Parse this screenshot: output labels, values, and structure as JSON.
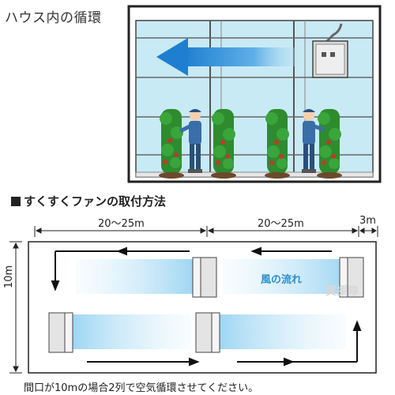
{
  "title": "ハウス内の循環",
  "section_title": "すくすくファンの取付方法",
  "dimensions": {
    "span1": "20～25m",
    "span2": "20～25m",
    "end": "3m",
    "side": "10m"
  },
  "wind_label": "風の流れ",
  "watermark": "買援隊",
  "note": "間口が10mの場合2列で空気循環させてください。",
  "colors": {
    "sky": "#c8eaf5",
    "arrow_blue": "#1e7fd0",
    "plant": "#2e8b2e",
    "worker": "#3a6ea8"
  }
}
